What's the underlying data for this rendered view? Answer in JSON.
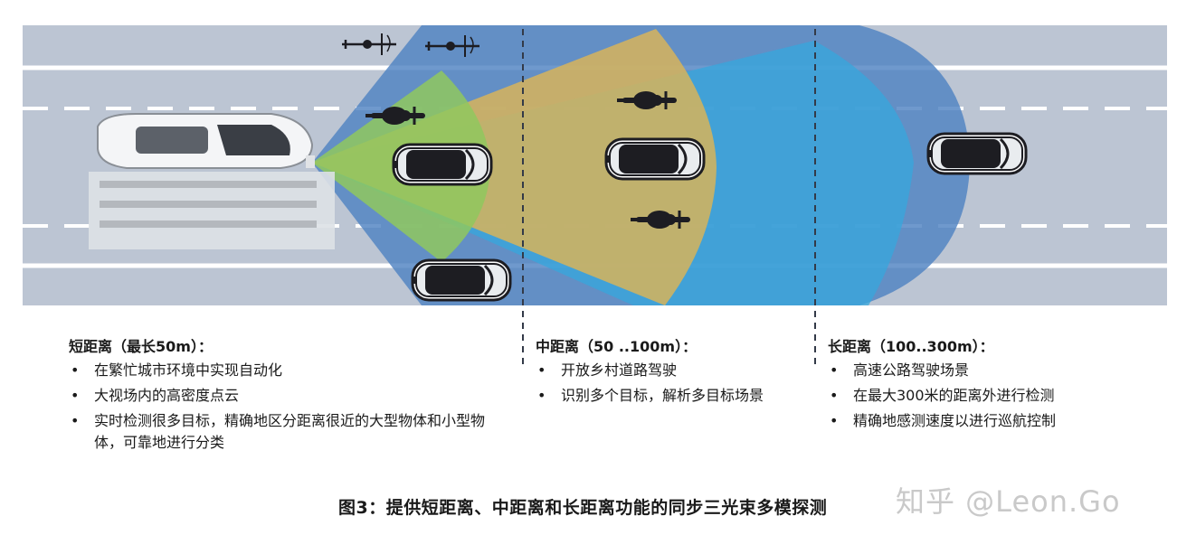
{
  "columns": [
    {
      "title": "短距离（最长50m）：",
      "items": [
        "在繁忙城市环境中实现自动化",
        "大视场内的高密度点云",
        "实时检测很多目标，精确地区分距离很近的大型物体和小型物体，可靠地进行分类"
      ]
    },
    {
      "title": "中距离（50 ..100m）：",
      "items": [
        "开放乡村道路驾驶",
        "识别多个目标，解析多目标场景"
      ]
    },
    {
      "title": "长距离（100..300m）：",
      "items": [
        "高速公路驾驶场景",
        "在最大300米的距离外进行检测",
        "精确地感测速度以进行巡航控制"
      ]
    }
  ],
  "caption": "图3：提供短距离、中距离和长距离功能的同步三光束多模探测",
  "watermark": "知乎 @Leon.Go",
  "colors": {
    "road": "#bcc5d3",
    "lane_line": "#ffffff",
    "long_beam": "#4f83c2",
    "long_beam_inner": "#35a7dc",
    "mid_beam": "#d7b45a",
    "short_beam": "#8fc85e",
    "divider": "#333a48"
  },
  "icons": {
    "ego_vehicle": "white-suv-icon",
    "car": "car-topview-icon",
    "motorcycle": "motorcycle-topview-icon",
    "bicycle": "bicycle-topview-icon"
  }
}
